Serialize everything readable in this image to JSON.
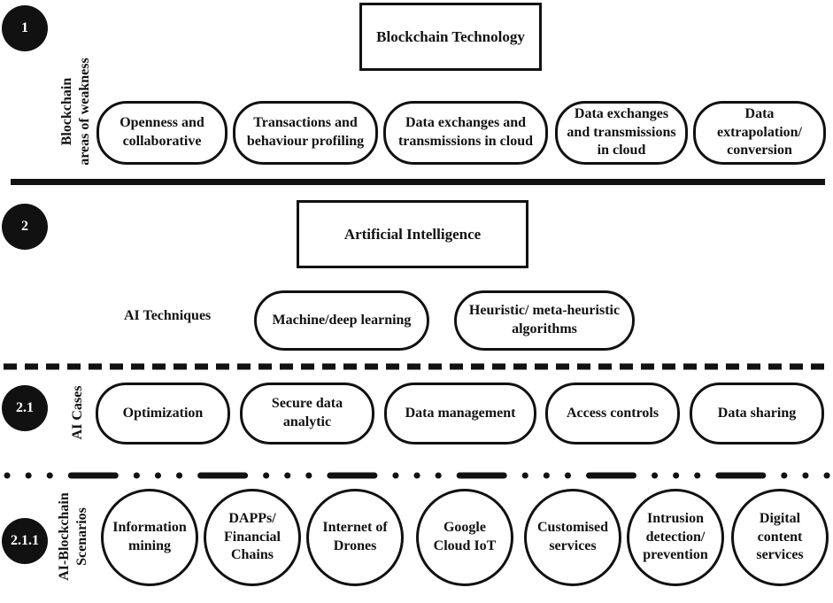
{
  "section1": {
    "number": "1",
    "title": "Blockchain Technology",
    "side_label": "Blockchain\nareas of weakness",
    "items": [
      "Openness and\ncollaborative",
      "Transactions and\nbehaviour profiling",
      "Data exchanges and\ntransmissions in cloud",
      "Data exchanges\nand transmissions\nin cloud",
      "Data\nextrapolation/\nconversion"
    ]
  },
  "section2": {
    "number": "2",
    "title": "Artificial Intelligence",
    "techniques_label": "AI Techniques",
    "techniques": [
      "Machine/deep learning",
      "Heuristic/ meta-heuristic\nalgorithms"
    ]
  },
  "section21": {
    "number": "2.1",
    "side_label": "AI Cases",
    "items": [
      "Optimization",
      "Secure data\nanalytic",
      "Data management",
      "Access controls",
      "Data sharing"
    ]
  },
  "section211": {
    "number": "2.1.1",
    "side_label": "AI-Blockchain\nScenarios",
    "items": [
      "Information\nmining",
      "DAPPs/\nFinancial\nChains",
      "Internet of\nDrones",
      "Google\nCloud IoT",
      "Customised\nservices",
      "Intrusion\ndetection/\nprevention",
      "Digital\ncontent\nservices"
    ]
  }
}
